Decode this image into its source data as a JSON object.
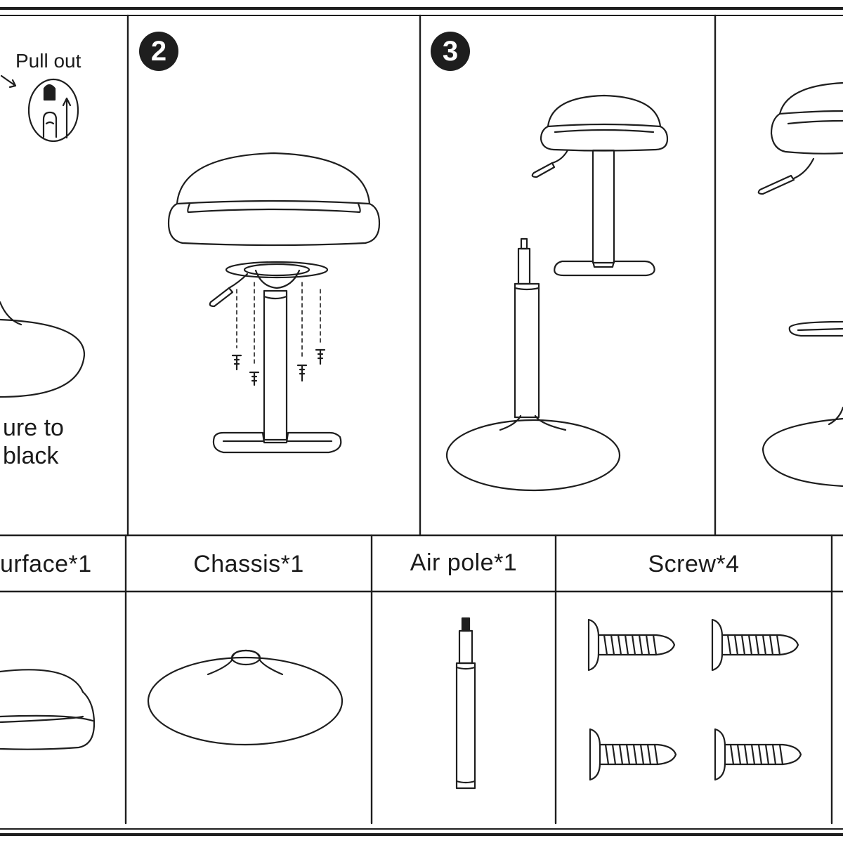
{
  "steps": [
    {
      "number": "2"
    },
    {
      "number": "3"
    }
  ],
  "step1": {
    "callout_label": "Pull out",
    "note_line1": "ure to",
    "note_line2": "black"
  },
  "parts": [
    {
      "label": "urface*1"
    },
    {
      "label": "Chassis*1"
    },
    {
      "label": "Air pole*1"
    },
    {
      "label": "Screw*4"
    }
  ],
  "colors": {
    "line": "#1e1e1e",
    "background": "#ffffff"
  }
}
